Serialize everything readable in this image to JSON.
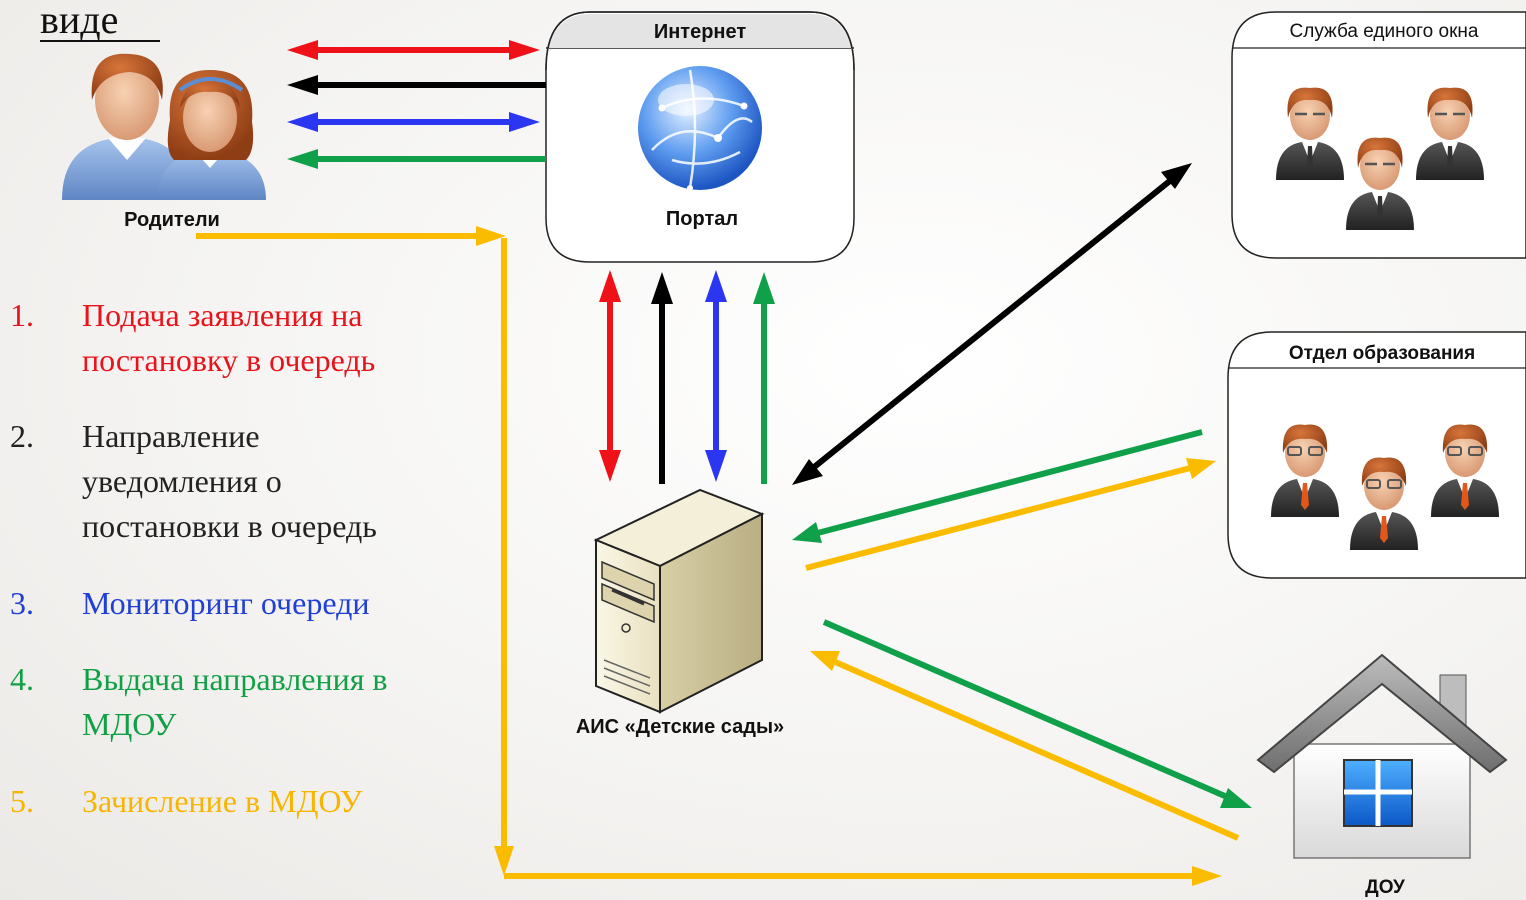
{
  "slide": {
    "title_fragment": "виде"
  },
  "nodes": {
    "parents": {
      "label": "Родители"
    },
    "internet": {
      "header": "Интернет",
      "label": "Портал"
    },
    "one_window": {
      "header": "Служба единого окна"
    },
    "education_dept": {
      "header": "Отдел образования"
    },
    "ais": {
      "label": "АИС «Детские сады»"
    },
    "dou": {
      "label": "ДОУ"
    }
  },
  "steps": [
    {
      "num": "1.",
      "lines": [
        "Подача заявления на",
        "постановку в очередь"
      ],
      "color": "#e8131b"
    },
    {
      "num": "2.",
      "lines": [
        "Направление",
        "уведомления о",
        "постановки в очередь"
      ],
      "color": "#222222"
    },
    {
      "num": "3.",
      "lines": [
        "Мониторинг очереди"
      ],
      "color": "#1f3fd6"
    },
    {
      "num": "4.",
      "lines": [
        "Выдача направления в",
        "МДОУ"
      ],
      "color": "#12a046"
    },
    {
      "num": "5.",
      "lines": [
        "Зачисление в МДОУ"
      ],
      "color": "#f8b500"
    }
  ],
  "colors": {
    "red": "#ee1118",
    "black": "#000000",
    "blue": "#2a36f0",
    "green": "#10a04a",
    "yellow": "#fbbc00"
  },
  "icons": {
    "parents": "parents-icon",
    "globe": "globe-icon",
    "server": "server-icon",
    "staff": "staff-group-icon",
    "house": "house-icon"
  }
}
